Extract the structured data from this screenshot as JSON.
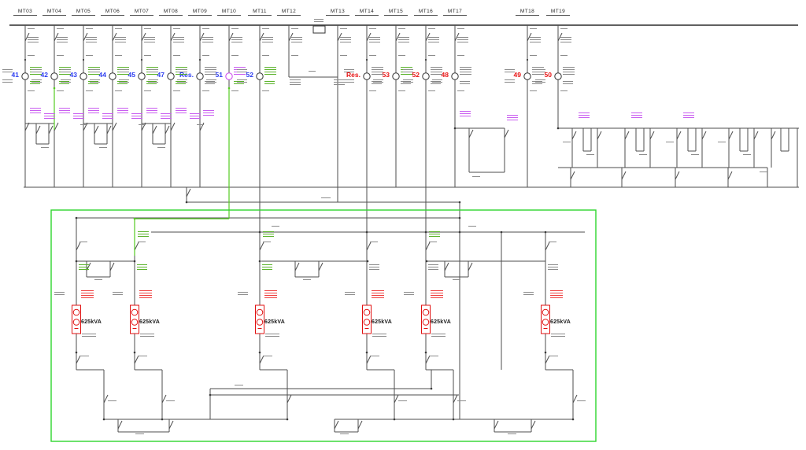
{
  "diagram": {
    "type": "electrical-single-line-diagram",
    "feeders": [
      {
        "label": "MT03",
        "tag": "41",
        "tag_color": "blue"
      },
      {
        "label": "MT04",
        "tag": "42",
        "tag_color": "blue"
      },
      {
        "label": "MT05",
        "tag": "43",
        "tag_color": "blue"
      },
      {
        "label": "MT06",
        "tag": "44",
        "tag_color": "blue"
      },
      {
        "label": "MT07",
        "tag": "45",
        "tag_color": "blue"
      },
      {
        "label": "MT08",
        "tag": "47",
        "tag_color": "blue"
      },
      {
        "label": "MT09",
        "tag": "Res.",
        "tag_color": "blue"
      },
      {
        "label": "MT10",
        "tag": "51",
        "tag_color": "blue"
      },
      {
        "label": "MT11",
        "tag": "52",
        "tag_color": "blue"
      },
      {
        "label": "MT12",
        "tag": "",
        "tag_color": ""
      },
      {
        "label": "MT13",
        "tag": "",
        "tag_color": ""
      },
      {
        "label": "MT14",
        "tag": "Res.",
        "tag_color": "red"
      },
      {
        "label": "MT15",
        "tag": "53",
        "tag_color": "red"
      },
      {
        "label": "MT16",
        "tag": "52",
        "tag_color": "red"
      },
      {
        "label": "MT17",
        "tag": "48",
        "tag_color": "red"
      },
      {
        "label": "MT18",
        "tag": "49",
        "tag_color": "red"
      },
      {
        "label": "MT19",
        "tag": "50",
        "tag_color": "red"
      }
    ],
    "transformers": [
      {
        "rating": "625kVA"
      },
      {
        "rating": "625kVA"
      },
      {
        "rating": "625kVA"
      },
      {
        "rating": "625kVA"
      },
      {
        "rating": "625kVA"
      },
      {
        "rating": "625kVA"
      }
    ],
    "colors": {
      "wire": "#4d4d4d",
      "highlight_wire_green": "#55cc22",
      "boundary_box_green": "#2ed52e",
      "tag_blue": "#2b3cf0",
      "tag_red": "#e81414",
      "transformer_symbol_red": "#e01010",
      "annotation_magenta": "#c95df0"
    }
  }
}
